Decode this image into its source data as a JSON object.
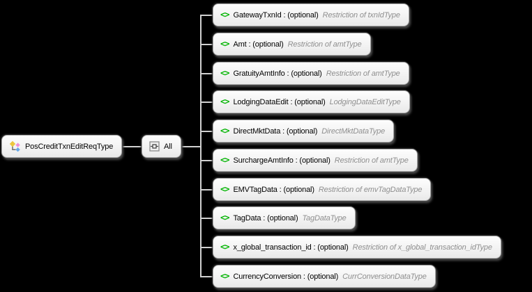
{
  "diagram": {
    "root": {
      "label": "PosCreditTxnEditReqType",
      "icon": "root-element-icon"
    },
    "compositor": {
      "label": "All",
      "icon": "all-compositor-icon"
    },
    "element_icon_glyph": "<>",
    "children": [
      {
        "name": "GatewayTxnId",
        "cardinality": "(optional)",
        "type": "Restriction of txnIdType"
      },
      {
        "name": "Amt",
        "cardinality": "(optional)",
        "type": "Restriction of amtType"
      },
      {
        "name": "GratuityAmtInfo",
        "cardinality": "(optional)",
        "type": "Restriction of amtType"
      },
      {
        "name": "LodgingDataEdit",
        "cardinality": "(optional)",
        "type": "LodgingDataEditType"
      },
      {
        "name": "DirectMktData",
        "cardinality": "(optional)",
        "type": "DirectMktDataType"
      },
      {
        "name": "SurchargeAmtInfo",
        "cardinality": "(optional)",
        "type": "Restriction of amtType"
      },
      {
        "name": "EMVTagData",
        "cardinality": "(optional)",
        "type": "Restriction of emvTagDataType"
      },
      {
        "name": "TagData",
        "cardinality": "(optional)",
        "type": "TagDataType"
      },
      {
        "name": "x_global_transaction_id",
        "cardinality": "(optional)",
        "type": "Restriction of x_global_transaction_idType"
      },
      {
        "name": "CurrencyConversion",
        "cardinality": "(optional)",
        "type": "CurrConversionDataType"
      }
    ],
    "colors": {
      "background": "#000000",
      "element_icon_green": "#00b400",
      "type_text_gray": "#8f8f8f",
      "connector_gray": "#d2d2d2",
      "box_fill": "#f3f3f3",
      "box_border": "#a6a6a6"
    }
  }
}
